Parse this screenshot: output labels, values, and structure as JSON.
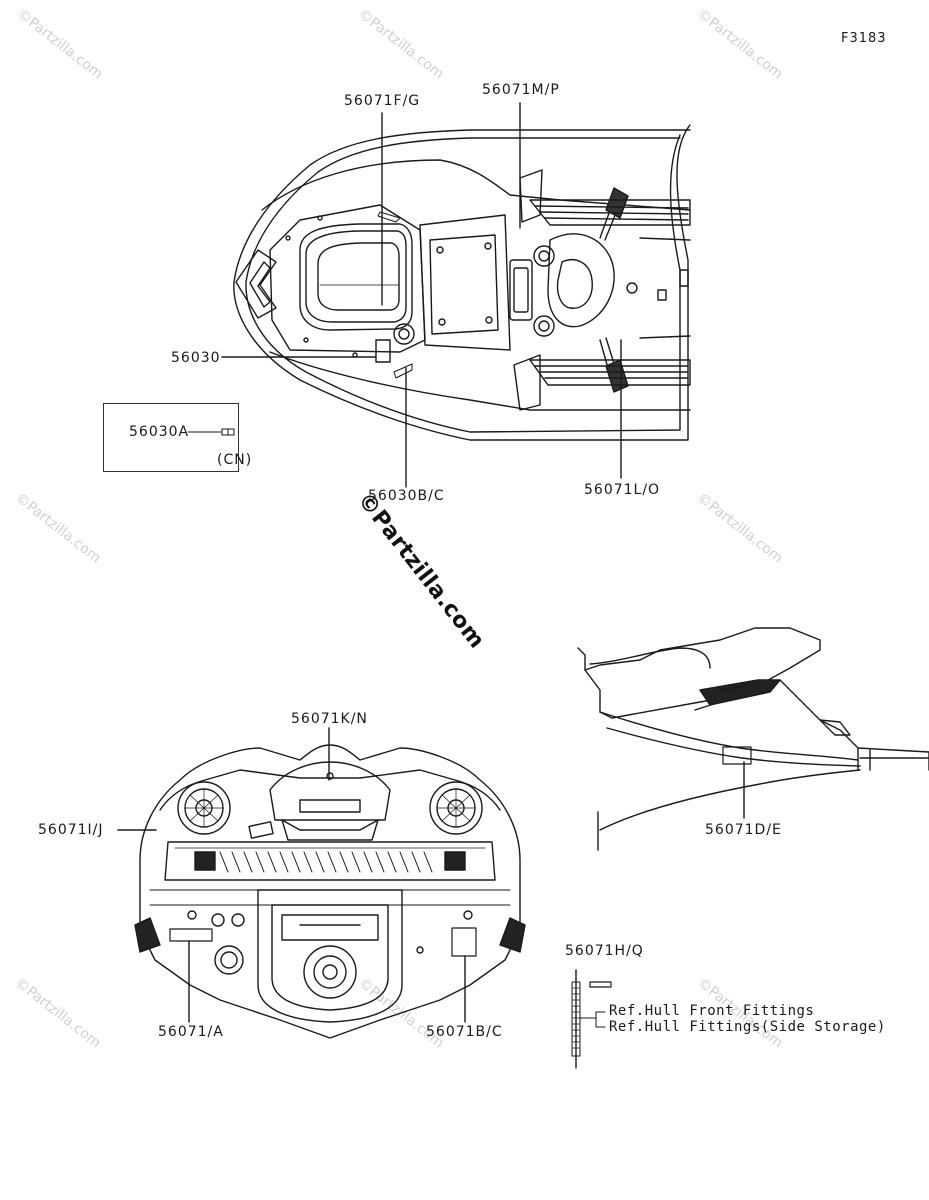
{
  "figure_code": "F3183",
  "callouts": {
    "p56071FG": "56071F/G",
    "p56071MP": "56071M/P",
    "p56030": "56030",
    "p56030A": "56030A",
    "cn": "(CN)",
    "p56030BC": "56030B/C",
    "p56071LO": "56071L/O",
    "p56071KN": "56071K/N",
    "p56071IJ": "56071I/J",
    "p56071DE": "56071D/E",
    "p56071A": "56071/A",
    "p56071BC": "56071B/C",
    "p56071HQ": "56071H/Q"
  },
  "references": {
    "front": "Ref.Hull Front Fittings",
    "side": "Ref.Hull Fittings(Side Storage)"
  },
  "watermark": {
    "small": "©Partzilla.com",
    "center": "©Partzilla.com"
  }
}
